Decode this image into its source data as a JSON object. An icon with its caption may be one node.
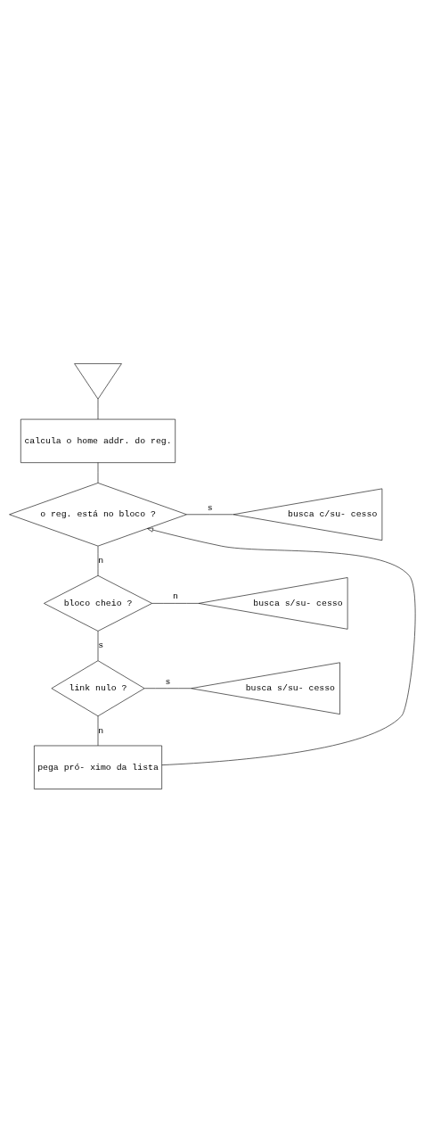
{
  "diagram": {
    "nodes": [
      {
        "text": [],
        "shape": "triangle"
      },
      {
        "text": [
          "calcula o home addr. do reg."
        ]
      },
      {
        "text": [
          "o reg. está no bloco ?"
        ]
      },
      {
        "text": [
          "busca c/su- cesso"
        ]
      },
      {
        "text": [
          "bloco cheio ?"
        ]
      },
      {
        "text": [
          "busca s/su- cesso"
        ]
      },
      {
        "text": [
          "link nulo ?"
        ]
      },
      {
        "text": [
          "busca s/su- cesso"
        ]
      },
      {
        "text": [
          "pega pró- ximo da lista"
        ]
      }
    ],
    "edges": [
      {
        "from": 0,
        "to": 1,
        "arrow": "none"
      },
      {
        "from": 1,
        "to": 2,
        "arrow": "none"
      },
      {
        "from": 2,
        "to": 3,
        "arrow": "none",
        "label": "s"
      },
      {
        "from": 2,
        "to": 4,
        "arrow": "none",
        "label": "n"
      },
      {
        "from": 4,
        "to": 5,
        "arrow": "none",
        "label": "n"
      },
      {
        "from": 4,
        "to": 6,
        "arrow": "none",
        "label": "s"
      },
      {
        "from": 6,
        "to": 7,
        "arrow": "none",
        "label": "s"
      },
      {
        "from": 6,
        "to": 8,
        "arrow": "none",
        "label": "n"
      },
      {
        "from": 8,
        "to": 2,
        "arrow": "to"
      }
    ]
  }
}
